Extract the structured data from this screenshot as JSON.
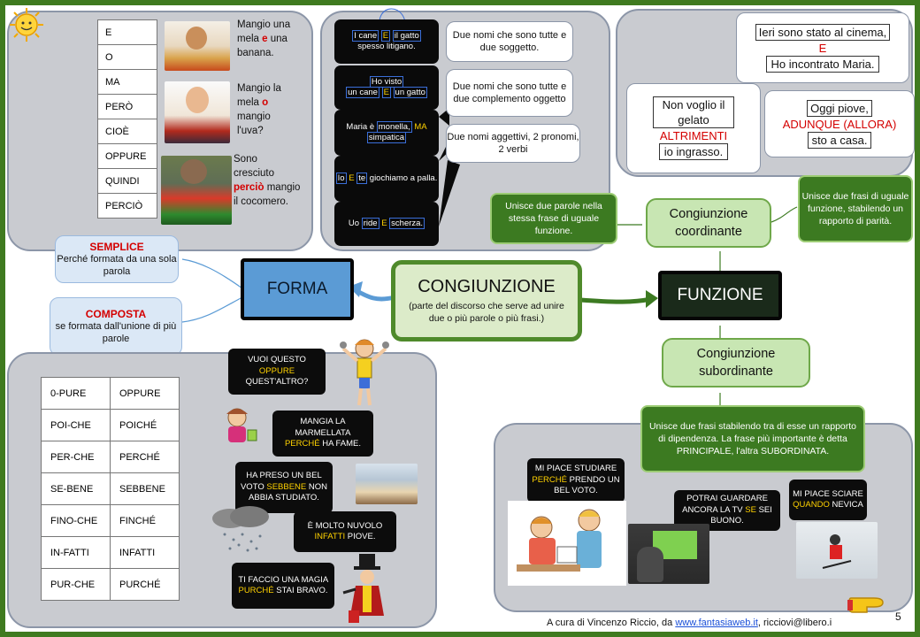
{
  "colors": {
    "frame": "#3f7a1f",
    "panel": "#c9cbd0",
    "forma": "#5b9bd5",
    "funzione": "#1a2a1a",
    "accent": "#ffd200",
    "red": "#d40000"
  },
  "top_left": {
    "conjunctions": [
      "E",
      "O",
      "MA",
      "PERÒ",
      "CIOÈ",
      "OPPURE",
      "QUINDI",
      "PERCIÒ"
    ],
    "example1": {
      "pre": "Mangio una mela",
      "conj": "e",
      "post": "una banana."
    },
    "example2": {
      "pre": "Mangio la mela",
      "conj": "o",
      "post": "mangio l'uva?"
    },
    "example3": {
      "pre": "Sono cresciuto",
      "conj": "perciò",
      "post": "mangio il cocomero."
    }
  },
  "top_middle": {
    "ex1": {
      "a": "I cane",
      "b": "E",
      "c": "il gatto",
      "d": "spesso litigano."
    },
    "ex1_note": "Due nomi che sono tutte e due soggetto.",
    "ex2": {
      "a": "Ho visto",
      "b": "un cane",
      "c": "E",
      "d": "un gatto"
    },
    "ex2_note": "Due nomi che sono tutte e due complemento oggetto",
    "ex3": {
      "a": "Maria è",
      "b": "monella,",
      "c": "MA",
      "d": "simpatica"
    },
    "ex3_note": "Due nomi aggettivi, 2 pronomi, 2 verbi",
    "ex4": {
      "a": "Io",
      "b": "E",
      "c": "te",
      "d": "giochiamo a palla."
    },
    "ex5": {
      "a": "Uo",
      "b": "ride",
      "c": "E",
      "d": "scherza."
    }
  },
  "top_right": {
    "ex1": {
      "line1": "Ieri sono stato al cinema,",
      "conj": "E",
      "line2": "Ho incontrato Maria."
    },
    "ex2": {
      "line1": "Non voglio il gelato",
      "conj": "ALTRIMENTI",
      "line2": "io ingrasso."
    },
    "ex3": {
      "line1": "Oggi piove,",
      "conj": "ADUNQUE (ALLORA)",
      "line2": "sto a casa."
    }
  },
  "center": {
    "title": "CONGIUNZIONE",
    "definition": "(parte del discorso che serve ad unire due o più parole o più frasi.)",
    "forma": "FORMA",
    "funzione": "FUNZIONE",
    "semplice_title": "SEMPLICE",
    "semplice_text": "Perché formata da una sola parola",
    "composta_title": "COMPOSTA",
    "composta_text": "se formata dall'unione di più parole",
    "coordinante": "Congiunzione coordinante",
    "coord_words": "Unisce due parole nella stessa frase di uguale funzione.",
    "coord_sentences": "Unisce due frasi di uguale funzione, stabilendo un rapporto di parità.",
    "subordinante": "Congiunzione subordinante",
    "sub_def": "Unisce due frasi stabilendo tra di esse un rapporto di dipendenza. La frase più importante è detta PRINCIPALE, l'altra SUBORDINATA."
  },
  "bottom_left": {
    "rows": [
      [
        "0-PURE",
        "OPPURE"
      ],
      [
        "POI-CHE",
        "POICHÉ"
      ],
      [
        "PER-CHE",
        "PERCHÉ"
      ],
      [
        "SE-BENE",
        "SEBBENE"
      ],
      [
        "FINO-CHE",
        "FINCHÉ"
      ],
      [
        "IN-FATTI",
        "INFATTI"
      ],
      [
        "PUR-CHE",
        "PURCHÉ"
      ]
    ],
    "b1": {
      "pre": "VUOI QUESTO",
      "conj": "OPPURE",
      "post": "QUEST'ALTRO?"
    },
    "b2": {
      "pre": "MANGIA LA MARMELLATA",
      "conj": "PERCHÉ",
      "post": "HA FAME."
    },
    "b3": {
      "pre": "HA PRESO UN BEL VOTO",
      "conj": "SEBBENE",
      "post": "NON ABBIA STUDIATO."
    },
    "b4": {
      "pre": "È MOLTO NUVOLO",
      "conj": "INFATTI",
      "post": "PIOVE."
    },
    "b5": {
      "pre": "TI FACCIO UNA MAGIA",
      "conj": "PURCHÉ",
      "post": "STAI BRAVO."
    }
  },
  "bottom_right": {
    "b1": {
      "pre": "MI PIACE STUDIARE",
      "conj": "PERCHÉ",
      "post": "PRENDO UN BEL VOTO."
    },
    "b2": {
      "pre": "POTRAI GUARDARE ANCORA LA TV",
      "conj": "SE",
      "post": "SEI BUONO."
    },
    "b3": {
      "pre": "MI PIACE SCIARE",
      "conj": "QUANDO",
      "post": "NEVICA"
    }
  },
  "footer": {
    "credit_pre": "A cura di Vincenzo Riccio, da",
    "link": "www.fantasiaweb.it",
    "credit_post": ", ricciovi@libero.i",
    "page": "5"
  }
}
